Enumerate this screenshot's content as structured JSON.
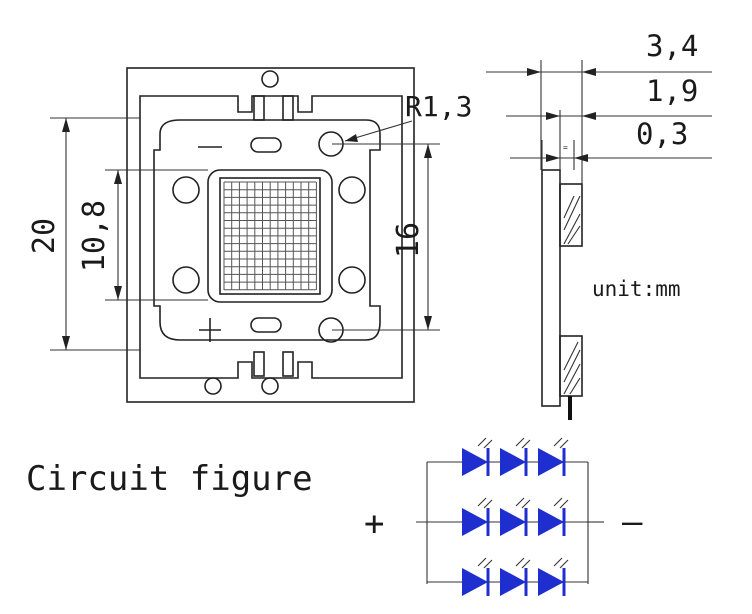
{
  "dimensions": {
    "overall_width": "20",
    "inner_spacing": "10,8",
    "height": "16",
    "radius": "R1,3",
    "thickness_total": "3,4",
    "thickness_mid": "1,9",
    "thickness_small": "0,3",
    "small_mark": "="
  },
  "labels": {
    "unit": "unit:mm",
    "circuit_title": "Circuit figure",
    "plus_pad": "+",
    "minus_pad": "−",
    "circuit_plus": "+",
    "circuit_minus": "—"
  },
  "colors": {
    "led": "#1f2fcf",
    "line": "#222222"
  }
}
